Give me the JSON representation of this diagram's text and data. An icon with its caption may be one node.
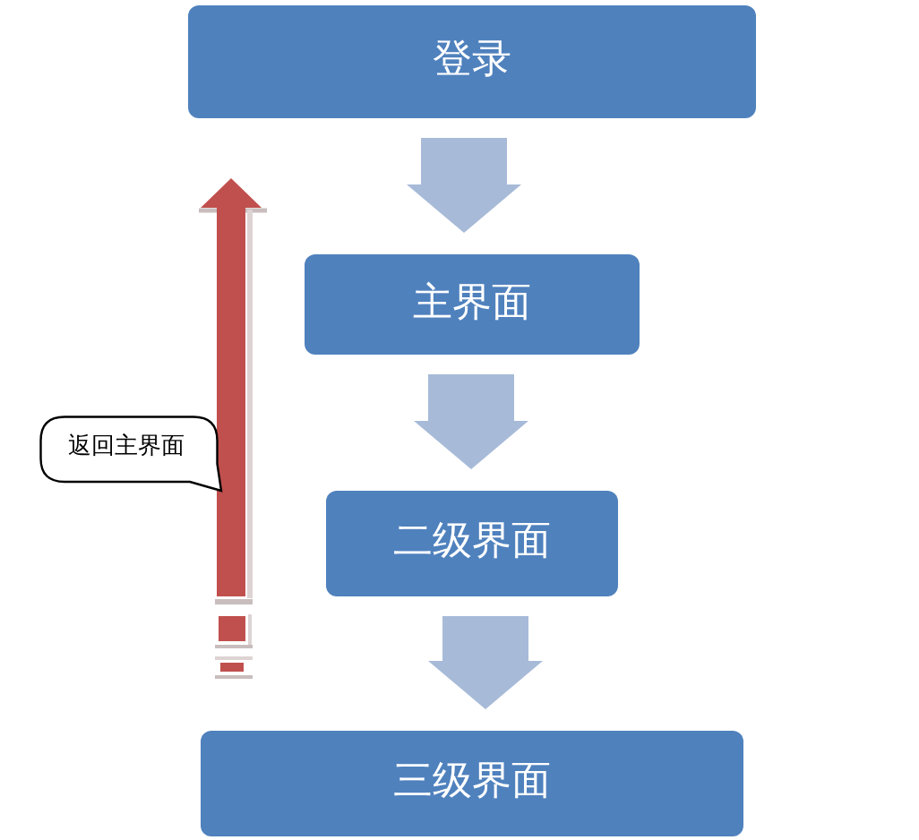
{
  "diagram": {
    "nodes": [
      {
        "text": [
          "登录"
        ]
      },
      {
        "text": [
          "主界面"
        ]
      },
      {
        "text": [
          "二级界面"
        ]
      },
      {
        "text": [
          "三级界面"
        ]
      },
      {
        "text": [
          "返回主界面"
        ]
      }
    ],
    "edges": [
      {
        "from": 0,
        "to": 1,
        "arrow": "to"
      },
      {
        "from": 1,
        "to": 2,
        "arrow": "to"
      },
      {
        "from": 2,
        "to": 3,
        "arrow": "to"
      }
    ]
  }
}
